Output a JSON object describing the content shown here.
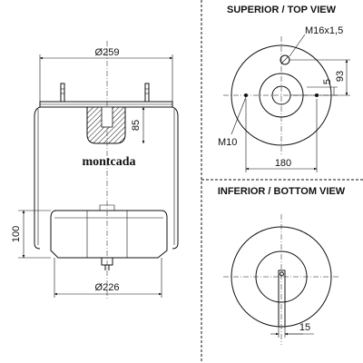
{
  "views": {
    "top_title": "SUPERIOR / TOP VIEW",
    "bottom_title": "INFERIOR / BOTTOM VIEW"
  },
  "side": {
    "brand": "montcada",
    "dim_top_diameter": "Ø259",
    "dim_bottom_diameter": "Ø226",
    "dim_bumper_height": "85",
    "dim_piston_height": "100"
  },
  "top_view": {
    "thread_label": "M16x1,5",
    "stud_label": "M10",
    "dim_offset_small": "5",
    "dim_offset_large": "93",
    "dim_stud_spacing": "180"
  },
  "bottom_view": {
    "dim_offset": "15"
  }
}
